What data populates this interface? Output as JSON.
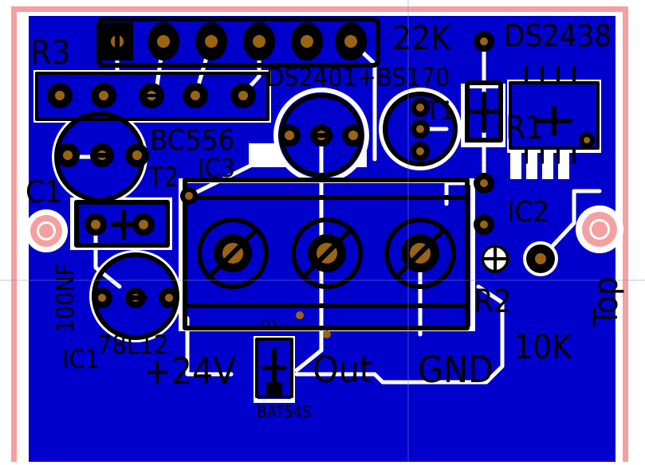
{
  "board": {
    "colors": {
      "copper": "#0000cc",
      "silkscreen": "#000000",
      "pad_hole": "#9a6414",
      "board_outline": "#f4a0a0",
      "clearance": "#ffffff"
    }
  },
  "labels": {
    "r3": "R3",
    "r3_value": "22K",
    "ds2438": "DS2438",
    "ds2401_bs170": "DS2401+BS170",
    "t1": "T1",
    "r1": "R1",
    "bc556": "BC556",
    "t2": "T2",
    "ic3": "IC3",
    "c1": "C1",
    "c1_value": "100NF",
    "ic2": "IC2",
    "r2": "R2",
    "r2_value": "10K",
    "top": "Top",
    "ic1": "IC1",
    "ic1_value": "78L12",
    "d1": "D1",
    "d1_part": "BAT54S",
    "pin_24v": "+24V",
    "pin_out": "Out",
    "pin_gnd": "GND"
  }
}
